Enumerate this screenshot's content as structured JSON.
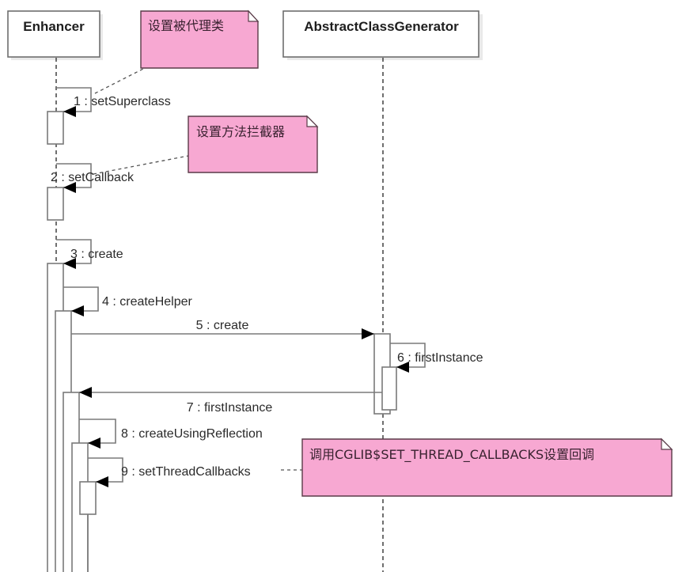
{
  "diagram": {
    "type": "UML sequence diagram",
    "lifelines": [
      {
        "id": "enhancer",
        "name": "Enhancer"
      },
      {
        "id": "acg",
        "name": "AbstractClassGenerator"
      }
    ],
    "messages": [
      {
        "seq": 1,
        "label": "1 : setSuperclass",
        "from": "enhancer",
        "to": "enhancer",
        "kind": "self"
      },
      {
        "seq": 2,
        "label": "2 : setCallback",
        "from": "enhancer",
        "to": "enhancer",
        "kind": "self"
      },
      {
        "seq": 3,
        "label": "3 : create",
        "from": "enhancer",
        "to": "enhancer",
        "kind": "self"
      },
      {
        "seq": 4,
        "label": "4 : createHelper",
        "from": "enhancer",
        "to": "enhancer",
        "kind": "self"
      },
      {
        "seq": 5,
        "label": "5 : create",
        "from": "enhancer",
        "to": "acg",
        "kind": "call"
      },
      {
        "seq": 6,
        "label": "6 : firstInstance",
        "from": "acg",
        "to": "acg",
        "kind": "self"
      },
      {
        "seq": 7,
        "label": "7 : firstInstance",
        "from": "acg",
        "to": "enhancer",
        "kind": "call"
      },
      {
        "seq": 8,
        "label": "8 : createUsingReflection",
        "from": "enhancer",
        "to": "enhancer",
        "kind": "self"
      },
      {
        "seq": 9,
        "label": "9 : setThreadCallbacks",
        "from": "enhancer",
        "to": "enhancer",
        "kind": "self"
      }
    ],
    "notes": [
      {
        "id": "note-1",
        "text": "设置被代理类",
        "attached_to": 1,
        "color": "#f7a8d2"
      },
      {
        "id": "note-2",
        "text": "设置方法拦截器",
        "attached_to": 2,
        "color": "#f7a8d2"
      },
      {
        "id": "note-3",
        "text": "调用CGLIB$SET_THREAD_CALLBACKS设置回调",
        "attached_to": 9,
        "color": "#f7a8d2"
      }
    ]
  }
}
